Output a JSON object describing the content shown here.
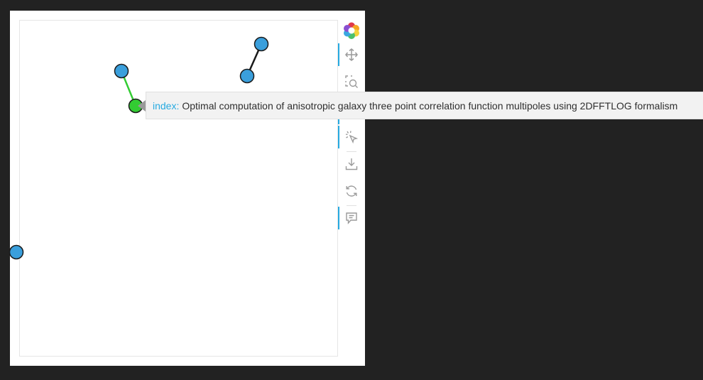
{
  "graph": {
    "nodes": [
      {
        "id": "n1",
        "color": "#3a9fdc",
        "stroke": "#1a1a1a"
      },
      {
        "id": "n2",
        "color": "#3a9fdc",
        "stroke": "#1a1a1a"
      },
      {
        "id": "n3",
        "color": "#3a9fdc",
        "stroke": "#1a1a1a"
      },
      {
        "id": "n4",
        "color": "#3a9fdc",
        "stroke": "#1a1a1a"
      },
      {
        "id": "n5",
        "color": "#33cc33",
        "stroke": "#1a1a1a",
        "hovered": true
      },
      {
        "id": "n6",
        "color": "#3a9fdc",
        "stroke": "#1a1a1a"
      }
    ],
    "edges": [
      {
        "source": "n1",
        "target": "n2",
        "color": "#1a1a1a",
        "highlighted": false
      },
      {
        "source": "n3",
        "target": "n5",
        "color": "#33cc33",
        "highlighted": true
      }
    ]
  },
  "tooltip": {
    "label": "index:",
    "value": "Optimal computation of anisotropic galaxy three point correlation function multipoles using 2DFFTLOG formalism"
  },
  "toolbar": {
    "tools": [
      {
        "name": "bokeh-logo",
        "icon": "bokeh-logo-icon",
        "active": false
      },
      {
        "name": "pan-tool",
        "icon": "pan-icon",
        "active": true
      },
      {
        "name": "box-zoom-tool",
        "icon": "box-zoom-icon",
        "active": false
      },
      {
        "name": "wheel-zoom-tool",
        "icon": "wheel-zoom-icon",
        "active": true
      },
      {
        "name": "tap-tool",
        "icon": "tap-icon",
        "active": true
      },
      {
        "name": "save-tool",
        "icon": "save-icon",
        "active": false
      },
      {
        "name": "reset-tool",
        "icon": "reset-icon",
        "active": false
      },
      {
        "name": "hover-tool",
        "icon": "hover-icon",
        "active": true
      }
    ]
  },
  "colors": {
    "accent": "#26aae1",
    "node": "#3a9fdc",
    "highlight": "#33cc33",
    "background": "#222222"
  }
}
